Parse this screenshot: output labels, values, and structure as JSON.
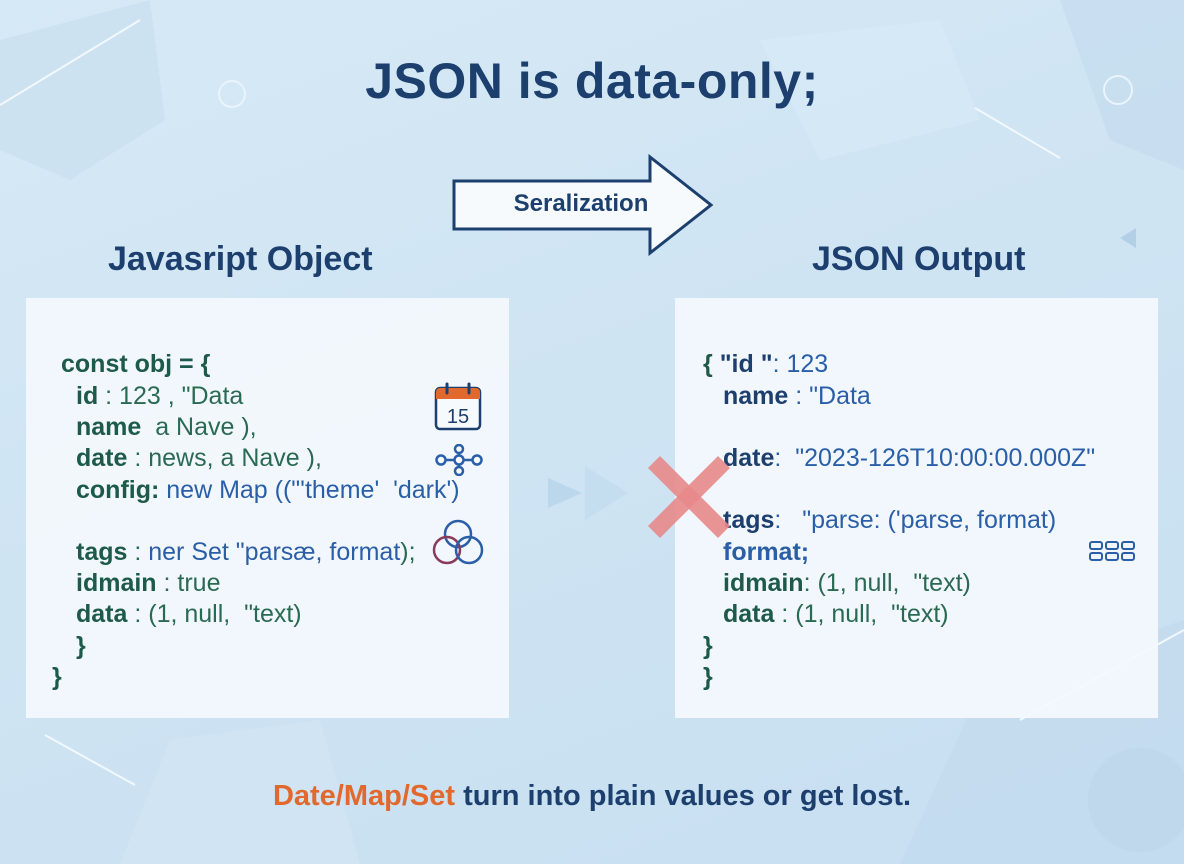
{
  "title": "JSON is data-only;",
  "arrow_label": "Seralization",
  "left_heading": "Javasript Object",
  "right_heading": "JSON Output",
  "icons": {
    "calendar_day": "15",
    "calendar": "calendar-icon",
    "map": "graph-nodes-icon",
    "set": "venn-circles-icon",
    "lost": "red-x-icon",
    "output": "grid-blocks-icon"
  },
  "left_code": {
    "l1": "const obj = {",
    "l2_key": "id",
    "l2_val": " : 123 , \"Data",
    "l3_key": "name",
    "l3_val": "  a Nave ),",
    "l4_key": "date",
    "l4_val": " : news, a Nave ),",
    "l5_key": "config:",
    "l5_val": " new Map ((\"'theme'  'dark')",
    "l6_key": "tags",
    "l6_val_a": " : ",
    "l6_val_b": "ner Set \"parsæ, format",
    "l6_val_c": ");",
    "l7_key": "idmain",
    "l7_val": " : true",
    "l8_key": "data",
    "l8_val": " : (1, null,  \"text)",
    "l9": "}",
    "l10": "}"
  },
  "right_code": {
    "l1_a": "{ ",
    "l1_key": "\"id \"",
    "l1_val": ": 123",
    "l2_key": "name",
    "l2_val": " : \"Data",
    "l3_key": "date",
    "l3_val": ":  \"2023-126T10:00:00.000Z\"",
    "l4_key": "tags",
    "l4_val": ":   \"parse: ('parse, format)",
    "l5_key": "format;",
    "l6_key": "idmain",
    "l6_val": ": (1, null,  \"text)",
    "l7_key": "data",
    "l7_val": " : (1, null,  \"text)",
    "l8": "}",
    "l9": "}"
  },
  "footer": {
    "highlight": "Date/Map/Set",
    "rest": " turn into plain values or get lost."
  },
  "colors": {
    "navy": "#1c3f6e",
    "code_green": "#1d5a4a",
    "code_blue": "#2a5fa8",
    "accent_orange": "#e2692e",
    "cross_red": "#e88a8a"
  }
}
